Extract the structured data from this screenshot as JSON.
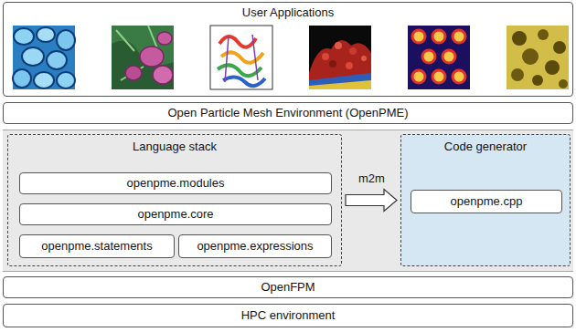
{
  "diagram": {
    "nodes": [
      {
        "text": [
          "User Applications"
        ]
      },
      {
        "text": [
          "Open Particle Mesh Environment (OpenPME)"
        ]
      },
      {
        "text": [
          "Language stack"
        ]
      },
      {
        "text": [
          "openpme.modules"
        ],
        "in": 2
      },
      {
        "text": [
          "openpme.core"
        ],
        "in": 2
      },
      {
        "text": [
          "openpme.statements"
        ],
        "in": 2
      },
      {
        "text": [
          "openpme.expressions"
        ],
        "in": 2
      },
      {
        "text": [
          "Code generator"
        ]
      },
      {
        "text": [
          "openpme.cpp"
        ],
        "in": 7
      },
      {
        "text": [
          "OpenFPM"
        ]
      },
      {
        "text": [
          "HPC environment"
        ]
      }
    ],
    "edges": [
      {
        "from": 2,
        "to": 7,
        "label": "m2m",
        "arrow": "to"
      }
    ]
  }
}
